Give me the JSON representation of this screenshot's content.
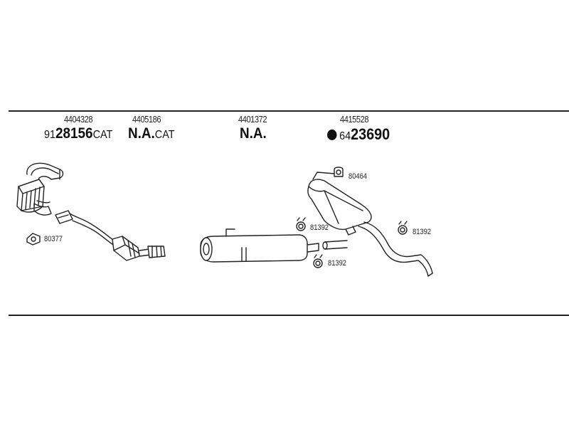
{
  "parts": {
    "p1": {
      "ref": "4404328",
      "code_prefix": "91",
      "code_main": "28156",
      "code_suffix": "CAT"
    },
    "p2": {
      "ref": "4405186",
      "code_main": "N.A.",
      "code_suffix": "CAT"
    },
    "p3": {
      "ref": "4401372",
      "code_main": "N.A."
    },
    "p4": {
      "ref": "4415528",
      "code_prefix": "64",
      "code_main": "23690"
    }
  },
  "fittings": {
    "f1": "80377",
    "f2": "81392",
    "f3": "81392",
    "f4": "80464",
    "f5": "81392"
  },
  "icons": [
    "exhaust-manifold-icon",
    "catalytic-converter-icon",
    "middle-silencer-icon",
    "rear-silencer-icon",
    "gasket-icon",
    "clamp-icon",
    "rubber-mount-icon",
    "filled-dot-icon"
  ]
}
